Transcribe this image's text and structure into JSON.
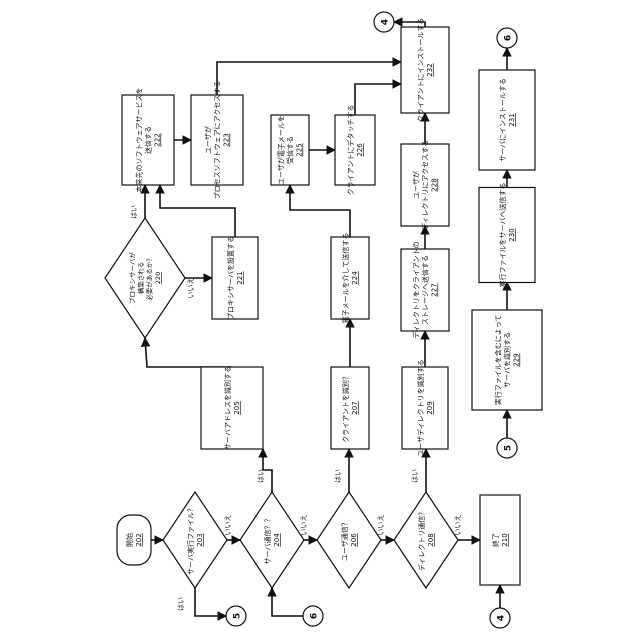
{
  "nodes": {
    "n202": {
      "type": "terminal",
      "lines": [
        "開始"
      ],
      "ref": "202"
    },
    "n203": {
      "type": "decision",
      "lines": [
        "サーバ実行ファイル？"
      ],
      "ref": "203"
    },
    "n204": {
      "type": "decision",
      "lines": [
        "サーバ通信？？"
      ],
      "ref": "204"
    },
    "n206": {
      "type": "decision",
      "lines": [
        "ユーザ通信？"
      ],
      "ref": "206"
    },
    "n208": {
      "type": "decision",
      "lines": [
        "ディレクトリ通信？"
      ],
      "ref": "208"
    },
    "n210": {
      "type": "process",
      "lines": [
        "終了"
      ],
      "ref": "210"
    },
    "n205": {
      "type": "process",
      "lines": [
        "サーバアドレスを識別する"
      ],
      "ref": "205"
    },
    "n207": {
      "type": "process",
      "lines": [
        "クライアントを識別？"
      ],
      "ref": "207"
    },
    "n209": {
      "type": "process",
      "lines": [
        "ユーザディレクトリを識別する"
      ],
      "ref": "209"
    },
    "n220": {
      "type": "decision",
      "lines": [
        "プロキシサーバが",
        "構築される",
        "必要があるか？"
      ],
      "ref": "220"
    },
    "n221": {
      "type": "process",
      "lines": [
        "プロキシサーバを設置する"
      ],
      "ref": "221"
    },
    "n222": {
      "type": "process",
      "lines": [
        "本来先のソフトウェアサービスを",
        "送信する"
      ],
      "ref": "222"
    },
    "n223": {
      "type": "process",
      "lines": [
        "ユーザが",
        "プロセスソフトウェアにアクセスする"
      ],
      "ref": "223"
    },
    "n224": {
      "type": "process",
      "lines": [
        "電子メールを介して送信する"
      ],
      "ref": "224"
    },
    "n225": {
      "type": "process",
      "lines": [
        "ユーザが電子メールを",
        "受信する"
      ],
      "ref": "225"
    },
    "n226": {
      "type": "process",
      "lines": [
        "クライアントにデタッチする"
      ],
      "ref": "226"
    },
    "n227": {
      "type": "process",
      "lines": [
        "ディレクトリをクライアントの",
        "ストレージへ送信する"
      ],
      "ref": "227"
    },
    "n228": {
      "type": "process",
      "lines": [
        "ユーザが",
        "ディレクトリにアクセスする"
      ],
      "ref": "228"
    },
    "n232": {
      "type": "process",
      "lines": [
        "クライアントにインストールする"
      ],
      "ref": "232"
    },
    "n229": {
      "type": "process",
      "lines": [
        "実行ファイルを含むによって",
        "サーバを識別する"
      ],
      "ref": "229"
    },
    "n230": {
      "type": "process",
      "lines": [
        "実行ファイルをサーバへ送信する"
      ],
      "ref": "230"
    },
    "n231": {
      "type": "process",
      "lines": [
        "サーバにインストールする"
      ],
      "ref": "231"
    }
  },
  "connectors": {
    "c5a": "5",
    "c6a": "6",
    "c4a": "4",
    "c4b": "4",
    "c5b": "5",
    "c6b": "6"
  },
  "edge_labels": {
    "yes_203": "はい",
    "no_203": "いいえ",
    "yes_204": "はい",
    "no_204": "いいえ",
    "yes_206": "はい",
    "no_206": "いいえ",
    "yes_208": "はい",
    "no_208": "いいえ",
    "yes_220": "はい",
    "no_220": "いいえ"
  },
  "colors": {
    "stroke": "#111111",
    "fill": "#ffffff",
    "text": "#111111"
  }
}
